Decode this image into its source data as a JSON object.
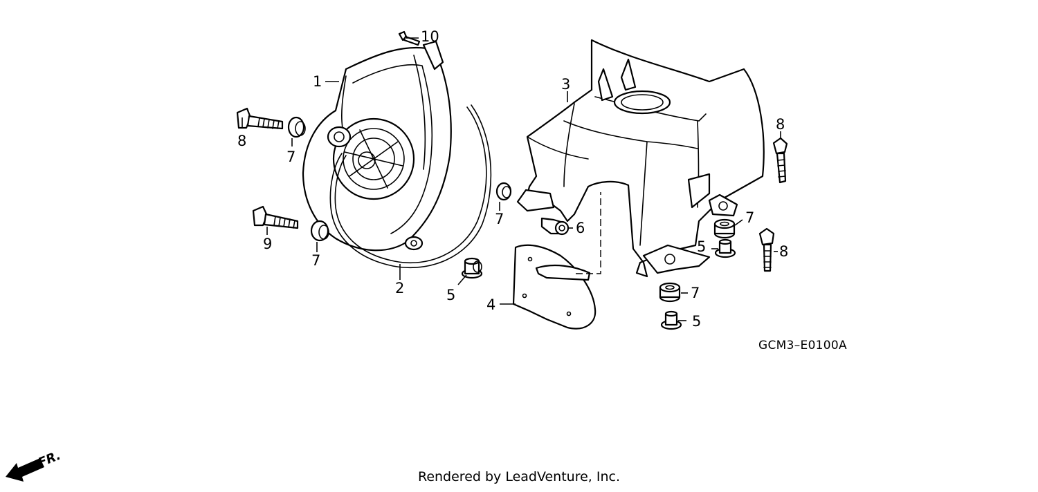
{
  "diagram": {
    "code": "GCM3–E0100A",
    "credit": "Rendered by LeadVenture, Inc.",
    "front_marker": "FR.",
    "callouts": [
      "10",
      "1",
      "8",
      "7",
      "9",
      "7",
      "2",
      "7",
      "5",
      "4",
      "6",
      "3",
      "8",
      "7",
      "5",
      "8",
      "7",
      "5"
    ],
    "icons": [
      "front-direction-arrow-icon"
    ]
  }
}
